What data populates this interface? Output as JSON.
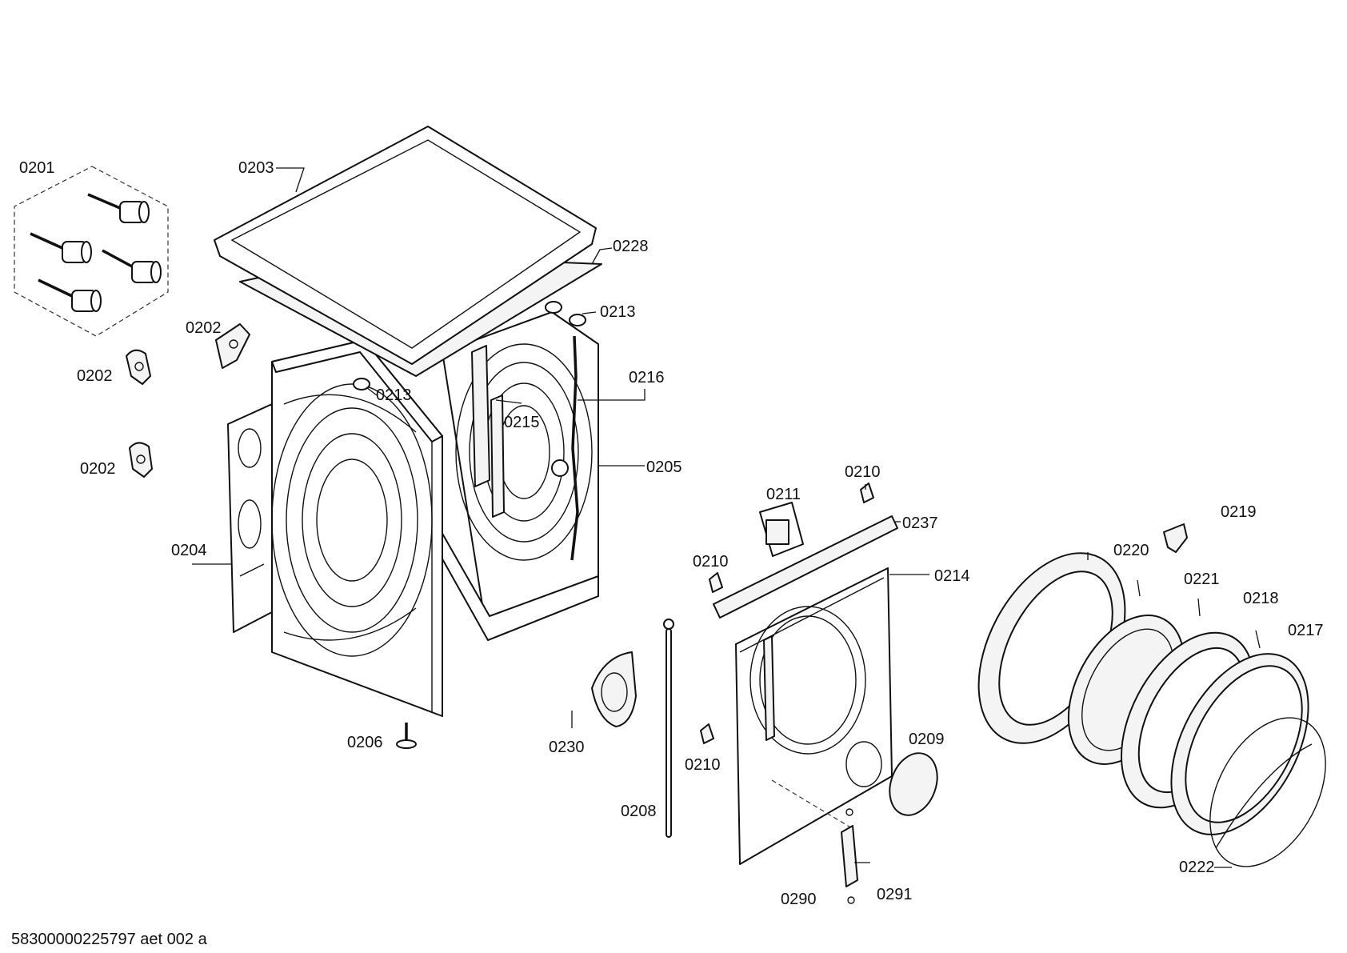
{
  "labels": {
    "l0201": "0201",
    "l0203": "0203",
    "l0228": "0228",
    "l0213a": "0213",
    "l0213b": "0213",
    "l0202a": "0202",
    "l0202b": "0202",
    "l0202c": "0202",
    "l0216": "0216",
    "l0215": "0215",
    "l0205": "0205",
    "l0204": "0204",
    "l0206": "0206",
    "l0230": "0230",
    "l0208": "0208",
    "l0210a": "0210",
    "l0210b": "0210",
    "l0210c": "0210",
    "l0211": "0211",
    "l0237": "0237",
    "l0214": "0214",
    "l0209": "0209",
    "l0290": "0290",
    "l0291": "0291",
    "l0219": "0219",
    "l0220": "0220",
    "l0221": "0221",
    "l0218": "0218",
    "l0217": "0217",
    "l0222": "0222"
  },
  "footer": {
    "doc_id": "58300000225797 aet 002 a"
  }
}
